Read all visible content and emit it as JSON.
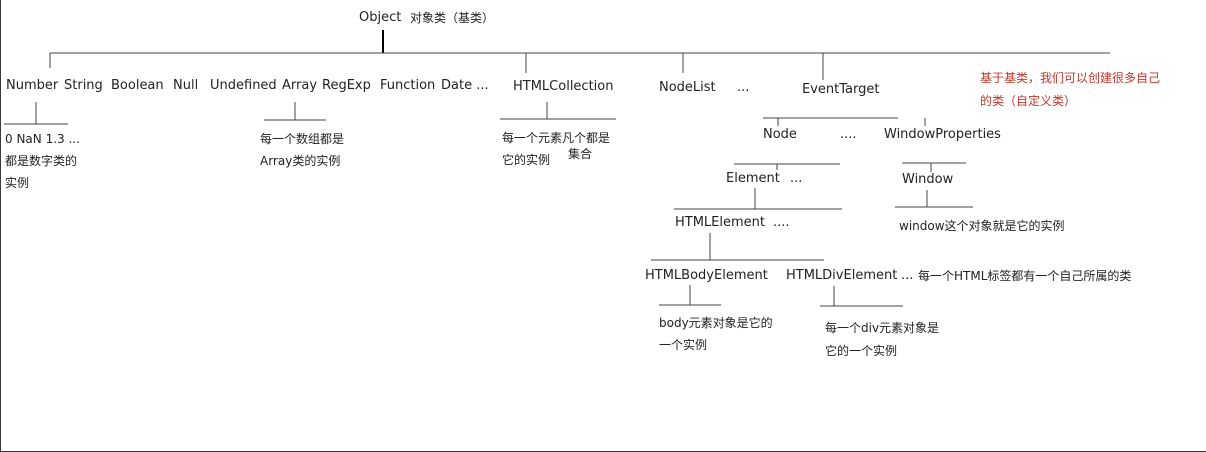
{
  "root": {
    "label": "Object",
    "desc": "对象类（基类）"
  },
  "builtins": [
    "Number",
    "String",
    "Boolean",
    "Null",
    "Undefined",
    "Array",
    "RegExp",
    "Function",
    "Date ..."
  ],
  "number_note": {
    "values": "0 NaN 1.3 ...",
    "line1": "都是数字类的",
    "line2": "实例"
  },
  "array_note": {
    "line1": "每一个数组都是",
    "line2": "Array类的实例"
  },
  "htmlcollection": {
    "label": "HTMLCollection",
    "line1": "每一个元素凡个都是",
    "line2": "它的实例",
    "extra": "集合"
  },
  "nodelist": {
    "label": "NodeList"
  },
  "ellipsis_top": "...",
  "eventtarget": {
    "label": "EventTarget"
  },
  "node": {
    "label": "Node",
    "dots": "...."
  },
  "windowproperties": {
    "label": "WindowProperties"
  },
  "window": {
    "label": "Window",
    "note": "window这个对象就是它的实例"
  },
  "element": {
    "label": "Element",
    "dots": "..."
  },
  "htmlelement": {
    "label": "HTMLElement",
    "dots": "...."
  },
  "htmlbodyelement": {
    "label": "HTMLBodyElement",
    "line1": "body元素对象是它的",
    "line2": "一个实例"
  },
  "htmldivelement": {
    "label": "HTMLDivElement",
    "dots": "...",
    "line1": "每一个div元素对象是",
    "line2": "它的一个实例"
  },
  "html_tag_note": "每一个HTML标签都有一个自己所属的类",
  "custom_note": {
    "line1": "基于基类，我们可以创建很多自己",
    "line2": "的类（自定义类）"
  },
  "colors": {
    "line": "#444444",
    "text": "#222222",
    "note_red": "#c0392b"
  }
}
